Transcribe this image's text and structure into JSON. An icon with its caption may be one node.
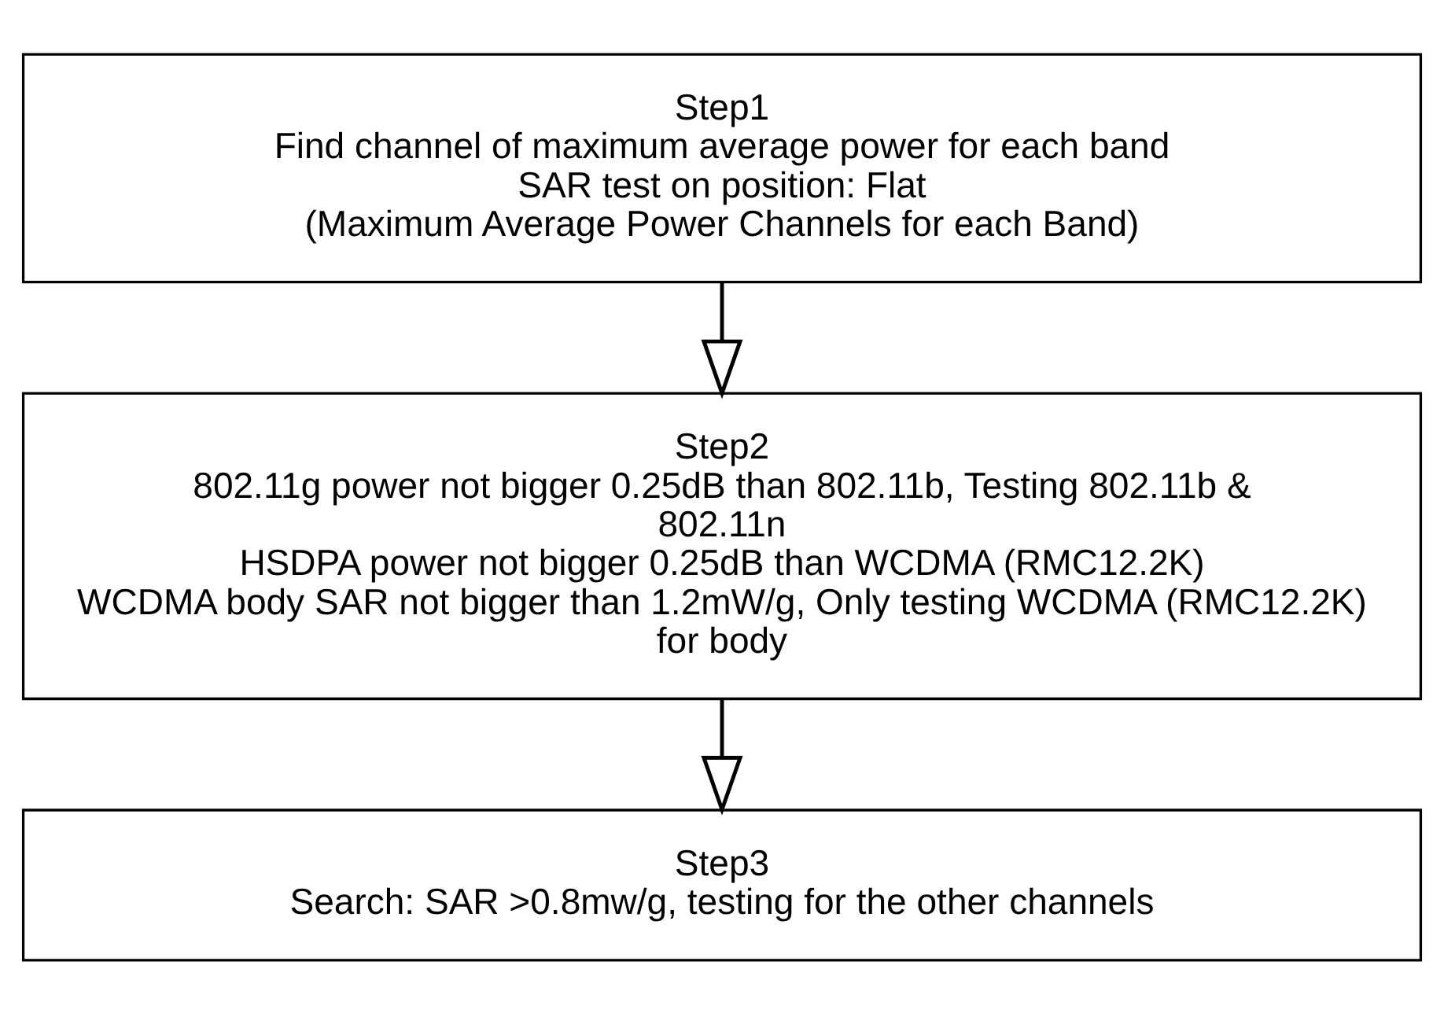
{
  "diagram": {
    "nodes": [
      {
        "text": [
          "Step1",
          "Find channel of maximum average power for each band",
          "SAR test on position: Flat",
          "(Maximum Average Power Channels for each Band)"
        ]
      },
      {
        "text": [
          "Step2",
          "802.11g power not bigger 0.25dB than 802.11b, Testing 802.11b & 802.11n",
          "HSDPA power not bigger 0.25dB than WCDMA (RMC12.2K)",
          "WCDMA body SAR not bigger than 1.2mW/g, Only testing WCDMA (RMC12.2K) for body"
        ]
      },
      {
        "text": [
          "Step3",
          "Search: SAR >0.8mw/g, testing for the other channels"
        ]
      }
    ],
    "edges": [
      {
        "from": 0,
        "to": 1,
        "arrow": "to"
      },
      {
        "from": 1,
        "to": 2,
        "arrow": "to"
      }
    ]
  }
}
